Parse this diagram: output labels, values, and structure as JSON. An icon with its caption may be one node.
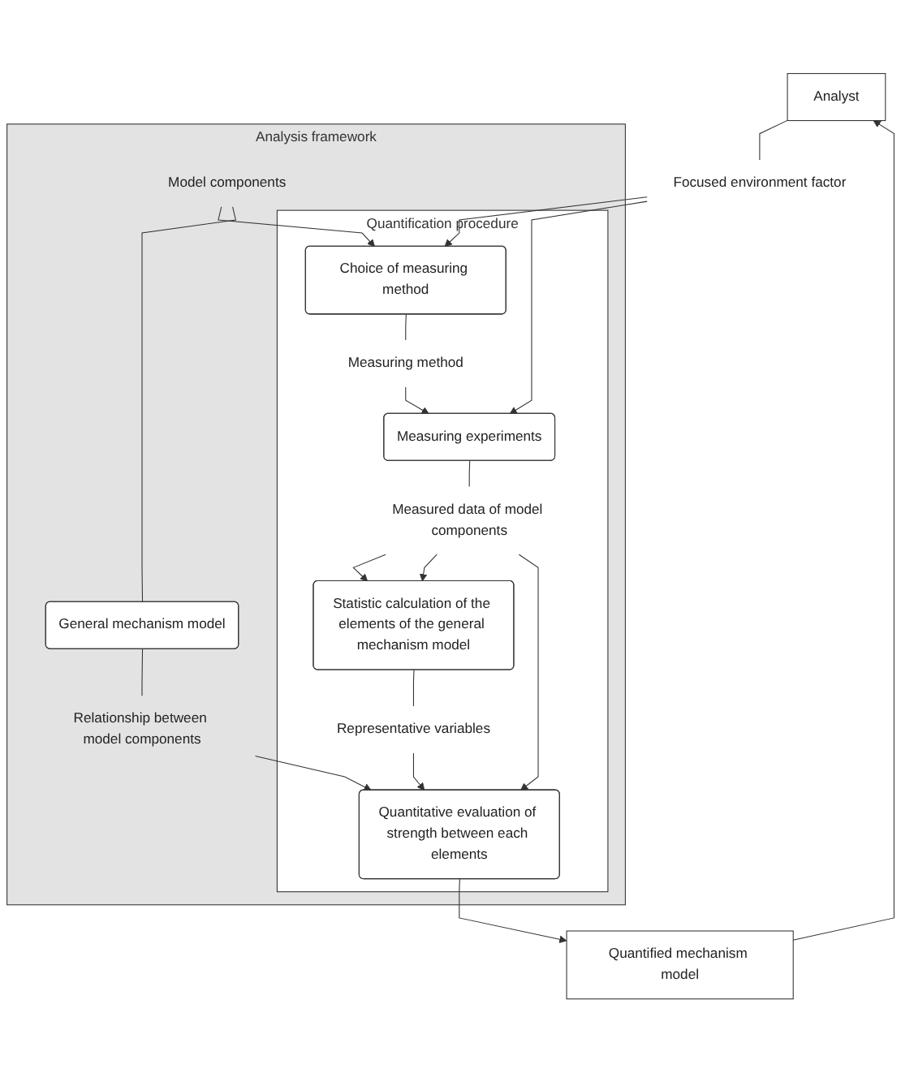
{
  "diagram": {
    "nodes": [
      {
        "text": [
          "Analysis framework"
        ]
      },
      {
        "text": [
          "Quantification procedure"
        ],
        "in": 0
      },
      {
        "text": [
          "Analyst"
        ]
      },
      {
        "text": [
          "Focused environment factor"
        ]
      },
      {
        "text": [
          "Model components"
        ],
        "in": 0
      },
      {
        "text": [
          "General mechanism model"
        ],
        "in": 0
      },
      {
        "text": [
          "Relationship between model components"
        ],
        "in": 0
      },
      {
        "text": [
          "Choice of measuring method"
        ],
        "in": 1
      },
      {
        "text": [
          "Measuring method"
        ],
        "in": 1
      },
      {
        "text": [
          "Measuring experiments"
        ],
        "in": 1
      },
      {
        "text": [
          "Measured data of model components"
        ],
        "in": 1
      },
      {
        "text": [
          "Statistic calculation of the elements of the general mechanism model"
        ],
        "in": 1
      },
      {
        "text": [
          "Representative variables"
        ],
        "in": 1
      },
      {
        "text": [
          "Quantitative evaluation of strength between each elements"
        ],
        "in": 1
      },
      {
        "text": [
          "Quantified mechanism model"
        ]
      }
    ],
    "edges": [
      {
        "from": 2,
        "to": 3,
        "arrow": "none"
      },
      {
        "from": 3,
        "to": 7,
        "arrow": "to"
      },
      {
        "from": 3,
        "to": 9,
        "arrow": "to"
      },
      {
        "from": 4,
        "to": 7,
        "arrow": "to"
      },
      {
        "from": 4,
        "to": 5,
        "arrow": "none"
      },
      {
        "from": 5,
        "to": 6,
        "arrow": "none"
      },
      {
        "from": 6,
        "to": 13,
        "arrow": "to"
      },
      {
        "from": 7,
        "to": 8,
        "arrow": "none"
      },
      {
        "from": 8,
        "to": 9,
        "arrow": "to"
      },
      {
        "from": 9,
        "to": 10,
        "arrow": "none"
      },
      {
        "from": 10,
        "to": 11,
        "arrow": "to"
      },
      {
        "from": 10,
        "to": 11,
        "arrow": "to"
      },
      {
        "from": 10,
        "to": 13,
        "arrow": "to"
      },
      {
        "from": 11,
        "to": 12,
        "arrow": "none"
      },
      {
        "from": 12,
        "to": 13,
        "arrow": "to"
      },
      {
        "from": 13,
        "to": 14,
        "arrow": "to"
      },
      {
        "from": 14,
        "to": 2,
        "arrow": "to"
      }
    ]
  }
}
